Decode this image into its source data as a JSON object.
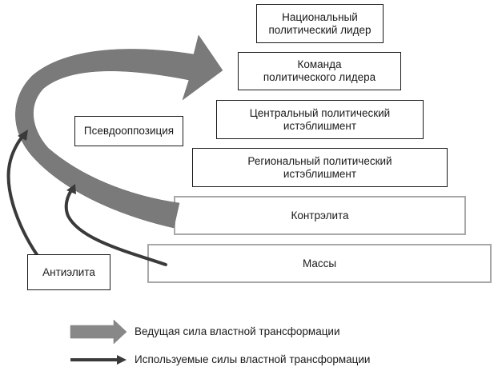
{
  "hierarchy": {
    "national_leader": {
      "line1": "Национальный",
      "line2": "политический лидер"
    },
    "leader_team": {
      "line1": "Команда",
      "line2": "политического лидера"
    },
    "central_establishment": {
      "line1": "Центральный политический",
      "line2": "истэблишмент"
    },
    "regional_establishment": {
      "line1": "Региональный политический",
      "line2": "истэблишмент"
    },
    "counter_elite": {
      "label": "Контрэлита"
    },
    "masses": {
      "label": "Массы"
    }
  },
  "side_groups": {
    "pseudo_opposition": {
      "label": "Псевдооппозиция"
    },
    "anti_elite": {
      "label": "Антиэлита"
    }
  },
  "colors": {
    "leading_force": "#7a7a7a",
    "used_force": "#3a3a3a",
    "box_border_dark": "#1a1a1a",
    "box_border_light": "#a8a8a8"
  },
  "legend": {
    "leading_force_label": "Ведущая сила властной трансформации",
    "used_force_label": "Используемые силы властной трансформации"
  }
}
